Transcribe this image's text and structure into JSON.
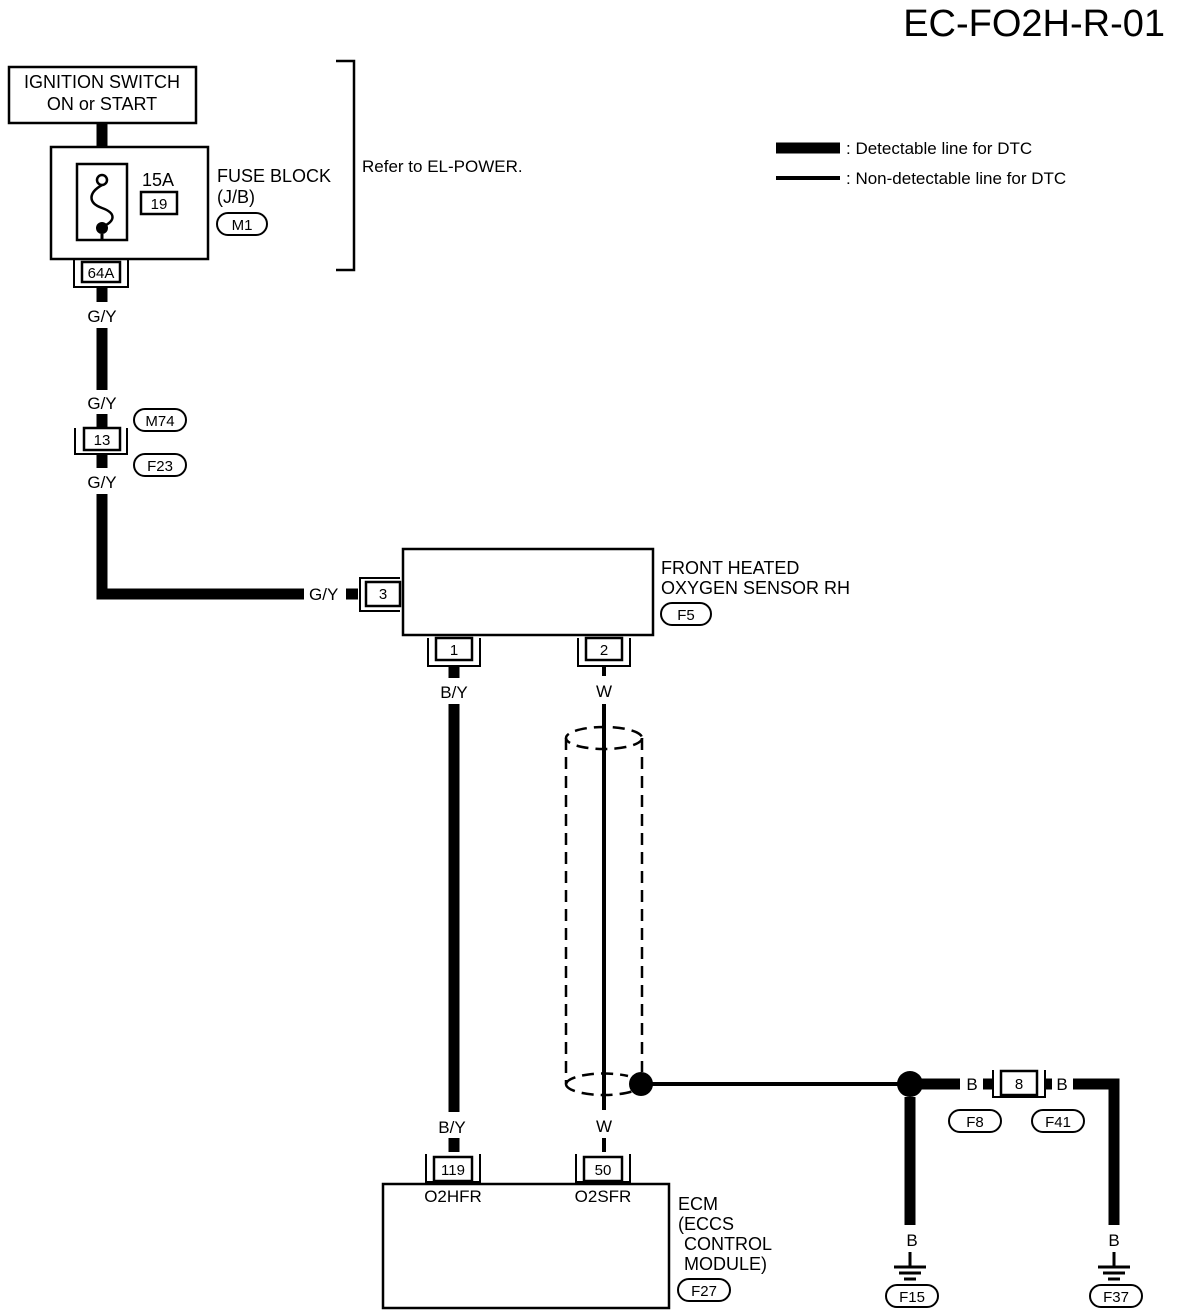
{
  "diagram_id": "EC-FO2H-R-01",
  "legend": {
    "detectable": ": Detectable line for DTC",
    "non_detectable": ": Non-detectable line for DTC"
  },
  "ignition": {
    "line1": "IGNITION SWITCH",
    "line2": "ON or START"
  },
  "fuse_block": {
    "label1": "FUSE BLOCK",
    "label2": "(J/B)",
    "connector": "M1",
    "rating": "15A",
    "fuse_no": "19",
    "terminal": "64A",
    "note": "Refer to EL-POWER."
  },
  "wires": {
    "gy_1": "G/Y",
    "gy_2": "G/Y",
    "gy_3": "G/Y",
    "gy_4": "G/Y",
    "by_top": "B/Y",
    "by_bottom": "B/Y",
    "w_top": "W",
    "w_bottom": "W",
    "b_1": "B",
    "b_2": "B",
    "b_3": "B",
    "b_4": "B"
  },
  "joint_connector": {
    "pin": "13",
    "conn_a": "M74",
    "conn_b": "F23"
  },
  "sensor": {
    "line1": "FRONT HEATED",
    "line2": "OXYGEN SENSOR RH",
    "connector": "F5",
    "pin_power": "3",
    "pin_heater": "1",
    "pin_signal": "2"
  },
  "ecm": {
    "line1": "ECM",
    "line2": "(ECCS",
    "line3": "CONTROL",
    "line4": "MODULE)",
    "connector": "F27",
    "pin_heater": "119",
    "pin_signal": "50",
    "term_heater": "O2HFR",
    "term_signal": "O2SFR"
  },
  "ground_connector": {
    "pin": "8",
    "conn_a": "F8",
    "conn_b": "F41"
  },
  "grounds": {
    "g1": "F15",
    "g2": "F37"
  }
}
